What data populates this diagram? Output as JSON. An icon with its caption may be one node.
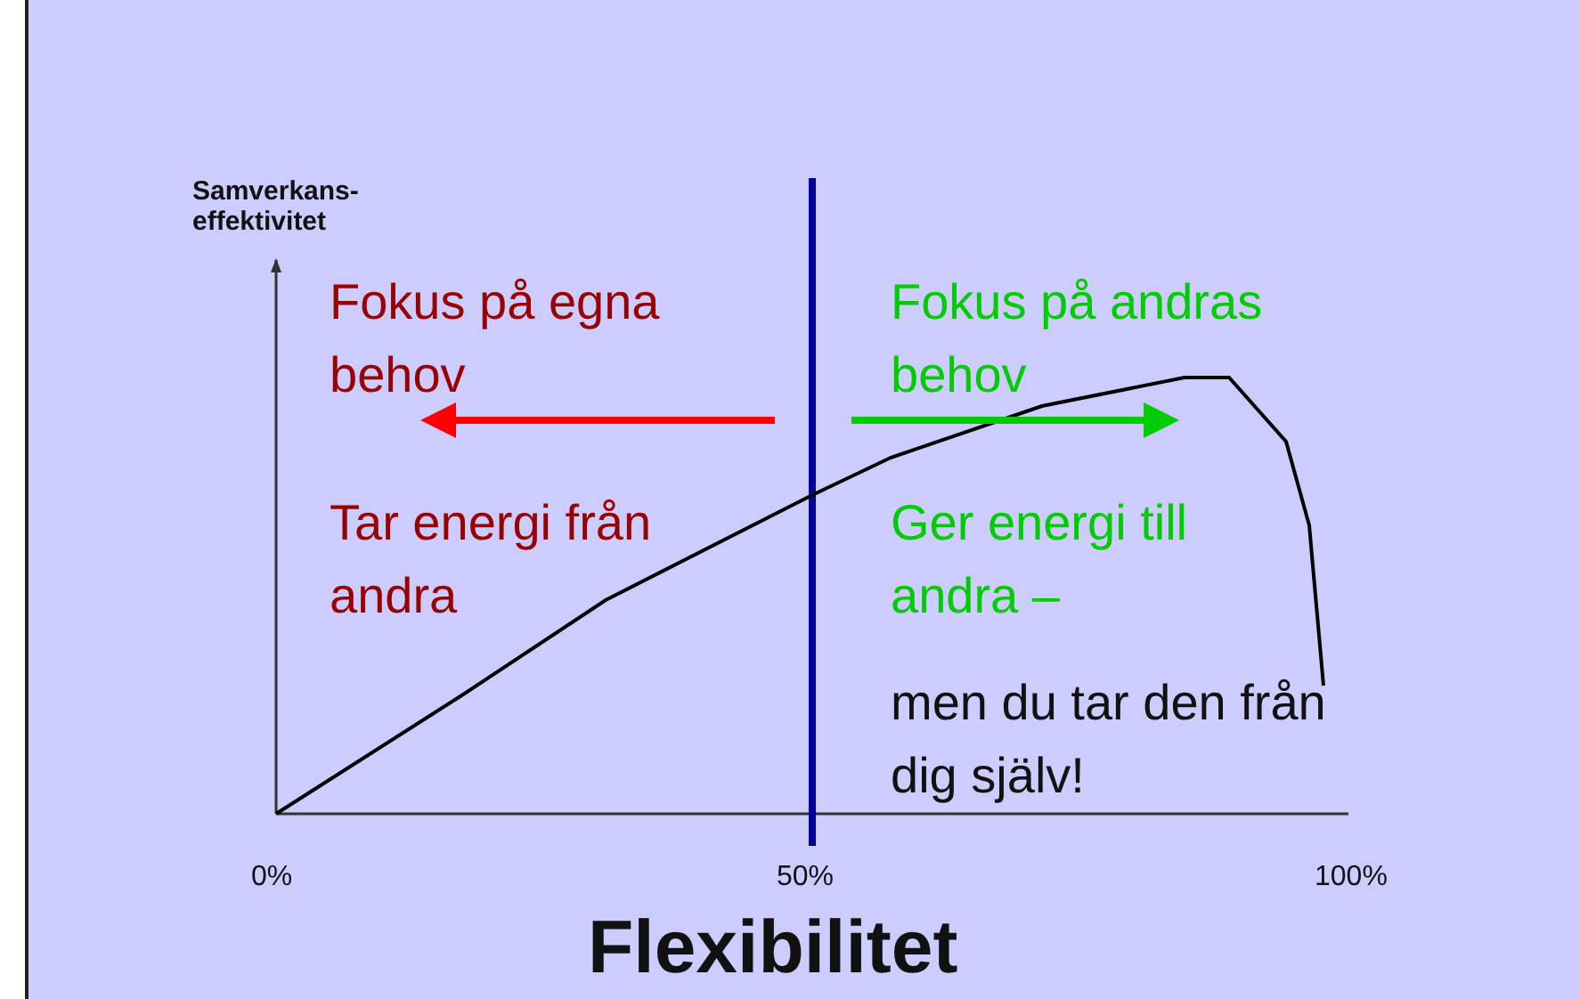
{
  "diagram": {
    "labels": [
      "Samverkans- effektivitet",
      "Fokus på egna behov",
      "Fokus på andras behov",
      "Tar energi från andra",
      "Ger energi till andra –",
      "men du tar den från dig själv!",
      "0%",
      "50%",
      "100%",
      "Flexibilitet"
    ]
  }
}
